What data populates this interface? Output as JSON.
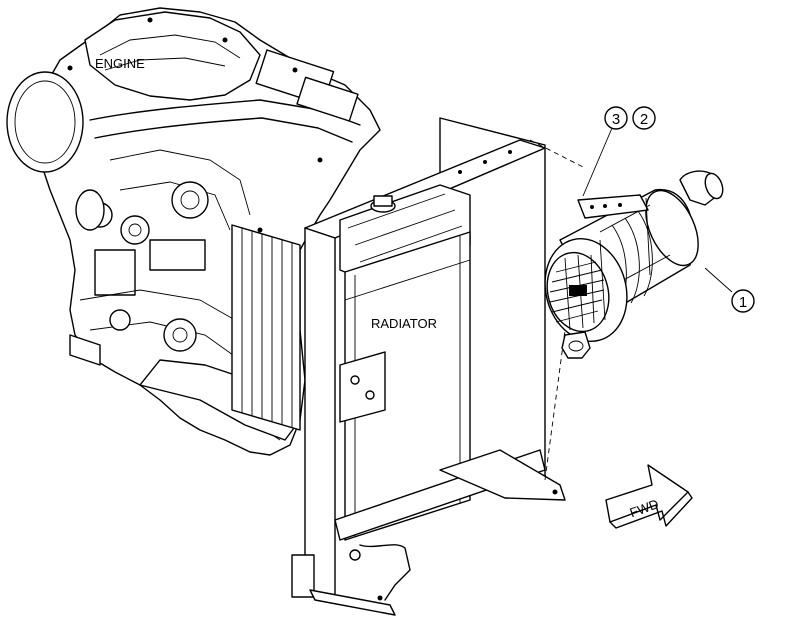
{
  "labels": {
    "engine": "ENGINE",
    "radiator": "RADIATOR",
    "forward": "FWD"
  },
  "callouts": [
    {
      "number": "3"
    },
    {
      "number": "2"
    },
    {
      "number": "1"
    }
  ]
}
